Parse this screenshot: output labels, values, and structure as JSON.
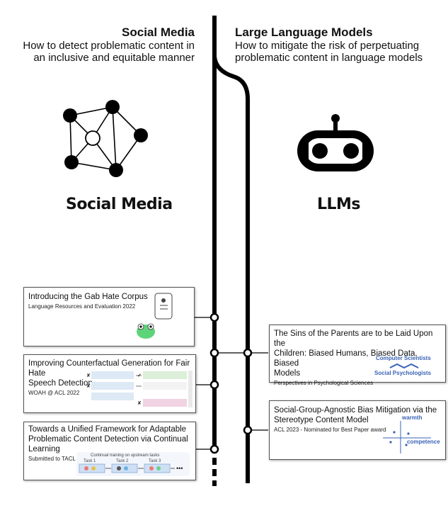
{
  "left": {
    "heading": "Social Media",
    "subtitle_line1": "How to detect problematic content in",
    "subtitle_line2": "an inclusive and equitable manner",
    "label": "Social Media"
  },
  "right": {
    "heading": "Large Language Models",
    "subtitle_line1": "How to mitigate the risk of perpetuating",
    "subtitle_line2": "problematic content in language models",
    "label": "LLMs"
  },
  "cards": {
    "gab": {
      "title": "Introducing the Gab Hate Corpus",
      "sub": "Language Resources and Evaluation 2022"
    },
    "counterfactual": {
      "title_line1": "Improving Counterfactual Generation for Fair Hate",
      "title_line2": "Speech Detection",
      "sub": "WOAH @ ACL 2022"
    },
    "unified": {
      "title_line1": "Towards a Unified Framework for Adaptable",
      "title_line2": "Problematic Content Detection via Continual",
      "title_line3": "Learning",
      "sub": "Submitted to TACL",
      "figure_caption": "Continual training on upstream tasks",
      "tasks": [
        "Task 1",
        "Task 2",
        "Task 3"
      ]
    },
    "sins": {
      "title_line1": "The Sins of the Parents are to be Laid Upon the",
      "title_line2": "Children: Biased Humans, Biased Data, Biased",
      "title_line3": "Models",
      "sub": "Perspectives in Psychological Sciences",
      "logo_top": "Computer Scientists",
      "logo_bottom": "Social Psychologists"
    },
    "bias": {
      "title_line1": "Social-Group-Agnostic Bias Mitigation via the",
      "title_line2": "Stereotype Content Model",
      "sub": "ACL 2023 - Nominated for Best Paper award",
      "axis_y": "warmth",
      "axis_x": "competence"
    }
  },
  "colors": {
    "line": "#000000",
    "logo_blue": "#3a63b5",
    "gab_green": "#5fd37a"
  }
}
